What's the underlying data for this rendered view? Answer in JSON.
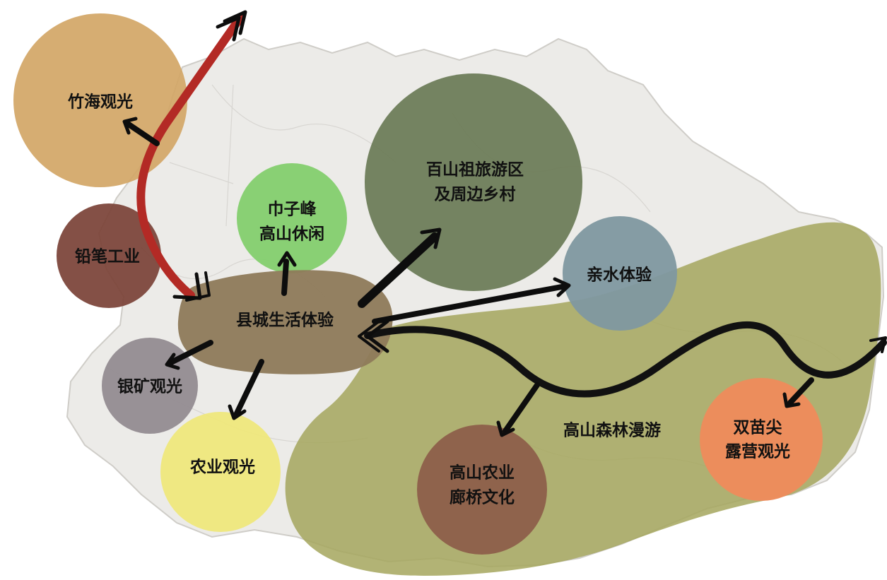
{
  "labels": {
    "zhuhai": "竹海观光",
    "qianbi": "铅笔工业",
    "jinzifeng_1": "巾子峰",
    "jinzifeng_2": "高山休闲",
    "baishanzu_1": "百山祖旅游区",
    "baishanzu_2": "及周边乡村",
    "qinshui": "亲水体验",
    "xiancheng": "县城生活体验",
    "yinkuang": "银矿观光",
    "nongye": "农业观光",
    "gaoshan_forest": "高山森林漫游",
    "gaoshan_nongye_1": "高山农业",
    "gaoshan_nongye_2": "廊桥文化",
    "shuangmiaojian_1": "双苗尖",
    "shuangmiaojian_2": "露营观光"
  },
  "colors": {
    "zhuhai": "#d3a666",
    "qianbi": "#7b4338",
    "jinzifeng": "#84cf6e",
    "baishanzu": "#6b7b56",
    "qinshui": "#7f98a0",
    "xiancheng": "#8e7a5a",
    "yinkuang": "#938c91",
    "nongye": "#efe77a",
    "forest": "#a5a65d",
    "gaoshan_nongye": "#8d5f4a",
    "shuangmiaojian": "#ee8b5c",
    "red_route": "#b32a25",
    "black_route": "#111111"
  }
}
